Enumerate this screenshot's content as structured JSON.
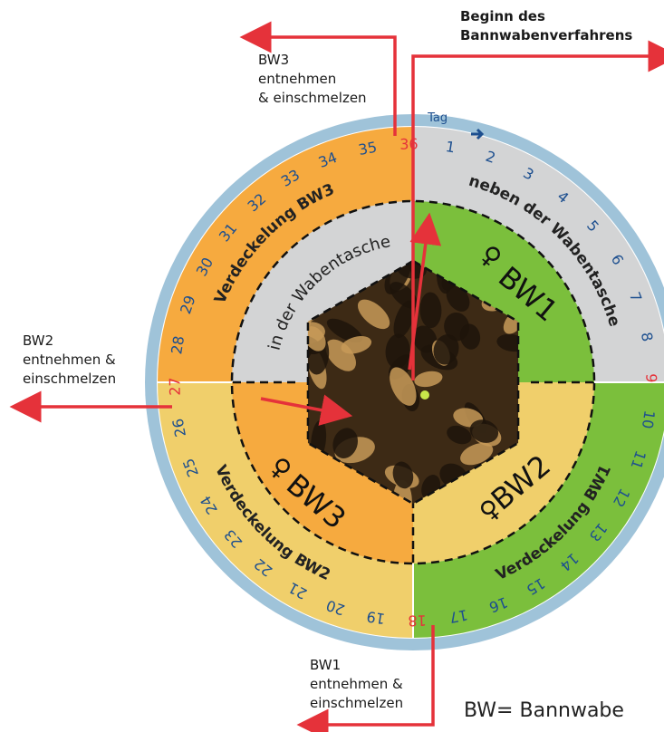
{
  "colors": {
    "ring_outer": "#9fc3d9",
    "ring_inner_line": "#ffffff",
    "day_number": "#1d4f8f",
    "day_highlight": "#e5323a",
    "orange": "#f6aa3f",
    "yellow": "#f0cf6b",
    "green": "#7bbf3c",
    "grey": "#d3d4d5",
    "arrow": "#e5323a",
    "comb_photo_dark": "#3d2a15",
    "comb_photo_light": "#c79a58"
  },
  "ring": {
    "header": "Tag",
    "days": [
      "1",
      "2",
      "3",
      "4",
      "5",
      "6",
      "7",
      "8",
      "9",
      "10",
      "11",
      "12",
      "13",
      "14",
      "15",
      "16",
      "17",
      "18",
      "19",
      "20",
      "21",
      "22",
      "23",
      "24",
      "25",
      "26",
      "27",
      "28",
      "29",
      "30",
      "31",
      "32",
      "33",
      "34",
      "35",
      "36"
    ],
    "highlighted_days": [
      "9",
      "18",
      "27",
      "36"
    ]
  },
  "sectors": {
    "outer": [
      {
        "label": "Verdeckelung BW3",
        "color": "orange"
      },
      {
        "label": "neben der Wabentasche",
        "color": "grey"
      },
      {
        "label": "Verdeckelung BW1",
        "color": "green"
      },
      {
        "label": "Verdeckelung BW2",
        "color": "yellow"
      }
    ],
    "inner": [
      {
        "label": "in der Wabentasche",
        "color": "grey"
      },
      {
        "label": "BW1",
        "symbol": "♀",
        "color": "green"
      },
      {
        "label": "BW2",
        "symbol": "♀",
        "color": "yellow"
      },
      {
        "label": "BW3",
        "symbol": "♀",
        "color": "orange"
      }
    ]
  },
  "annotations": {
    "start": [
      "Beginn des",
      "Bannwabenverfahrens"
    ],
    "bw3": [
      "BW3",
      "entnehmen",
      "& einschmelzen"
    ],
    "bw2": [
      "BW2",
      "entnehmen &",
      "einschmelzen"
    ],
    "bw1": [
      "BW1",
      "entnehmen &",
      "einschmelzen"
    ]
  },
  "footer": "BW= Bannwabe"
}
